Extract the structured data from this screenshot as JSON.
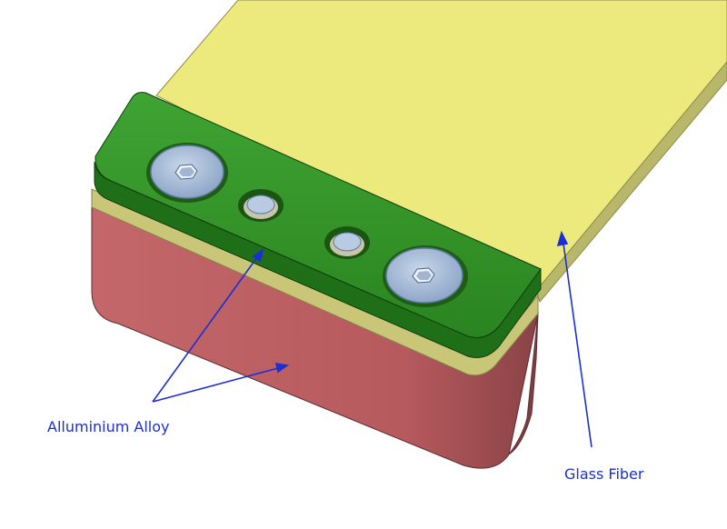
{
  "annotations": {
    "aluminium_label": "Alluminium Alloy",
    "glass_fiber_label": "Glass Fiber"
  },
  "parts": [
    {
      "part": "glass-fiber-plate",
      "color": "#ecea7d",
      "edge_color": "#b9b86a"
    },
    {
      "part": "aluminium-bottom-block",
      "color": "#b65a5e",
      "dark_color": "#7d3f42"
    },
    {
      "part": "aluminium-top-clamp",
      "color": "#2e8a24",
      "dark_color": "#1f6e18"
    }
  ],
  "colors": {
    "callout": "#1a2fd6",
    "bolt": "#9db4d4",
    "bolt_rim": "#5d7aa0"
  },
  "icons": [
    "hex-socket-bolt-icon",
    "countersink-hole-icon"
  ]
}
